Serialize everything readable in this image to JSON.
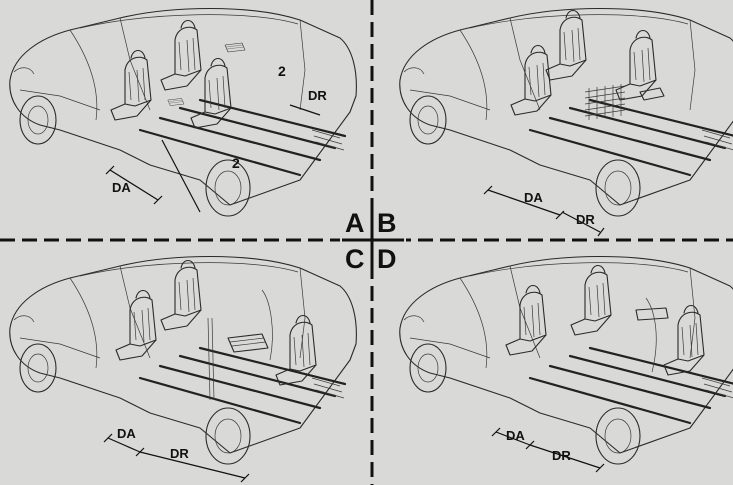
{
  "quadrants": {
    "a": {
      "letter": "A",
      "labels": [
        "DA",
        "DR"
      ],
      "markers": [
        "2",
        "2"
      ]
    },
    "b": {
      "letter": "B",
      "labels": [
        "DA",
        "DR"
      ]
    },
    "c": {
      "letter": "C",
      "labels": [
        "DA",
        "DR"
      ]
    },
    "d": {
      "letter": "D",
      "labels": [
        "DA",
        "DR"
      ]
    }
  },
  "colors": {
    "paper": "#d9d9d7",
    "ink": "#2a2a2a"
  }
}
